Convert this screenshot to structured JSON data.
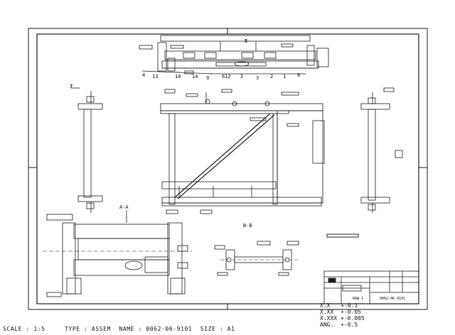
{
  "status_bar": {
    "scale": "SCALE : 1:5",
    "type": "TYPE : ASSEM",
    "name": "NAME : 0062-06-9101",
    "size": "SIZE : A1"
  },
  "tolerances": [
    {
      "label": "X.X",
      "value": "+-0.1"
    },
    {
      "label": "X.XX",
      "value": "+-0.05"
    },
    {
      "label": "X.XXX",
      "value": "+-0.005"
    },
    {
      "label": "ANG.",
      "value": "+-0.5"
    }
  ],
  "title_block": {
    "drawing_number": "0062-06-9101",
    "revision_label": "RAW I"
  },
  "views": {
    "section_aa": "A-A",
    "section_bb": "B-B",
    "detail_7": "7",
    "callouts_top": [
      "4",
      "13",
      "10",
      "14",
      "9",
      "6",
      "12",
      "2",
      "3",
      "2",
      "1",
      "8"
    ],
    "callout_5": "5"
  },
  "colors": {
    "line": "#1a1a1a",
    "paper": "#ffffff"
  }
}
